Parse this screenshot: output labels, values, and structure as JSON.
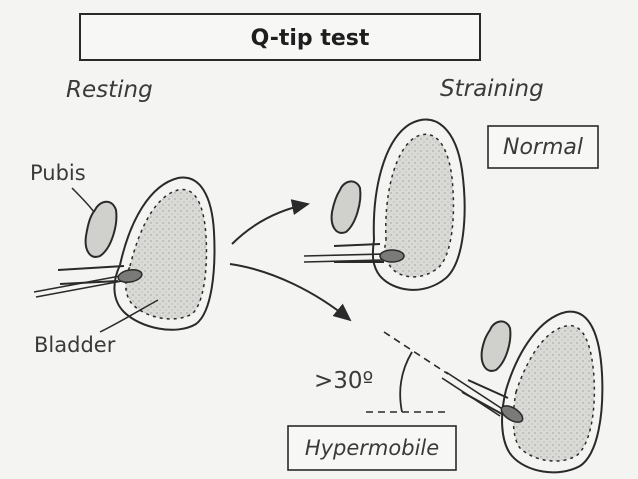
{
  "title": "Q-tip test",
  "labels": {
    "resting": "Resting",
    "straining": "Straining",
    "normal": "Normal",
    "hypermobile": "Hypermobile",
    "pubis": "Pubis",
    "bladder": "Bladder",
    "angle": ">30º"
  },
  "colors": {
    "ink": "#2a2a2a",
    "background": "#f4f4f2",
    "tissue": "#d6d6d3",
    "swab_tip": "#7a7a78"
  }
}
